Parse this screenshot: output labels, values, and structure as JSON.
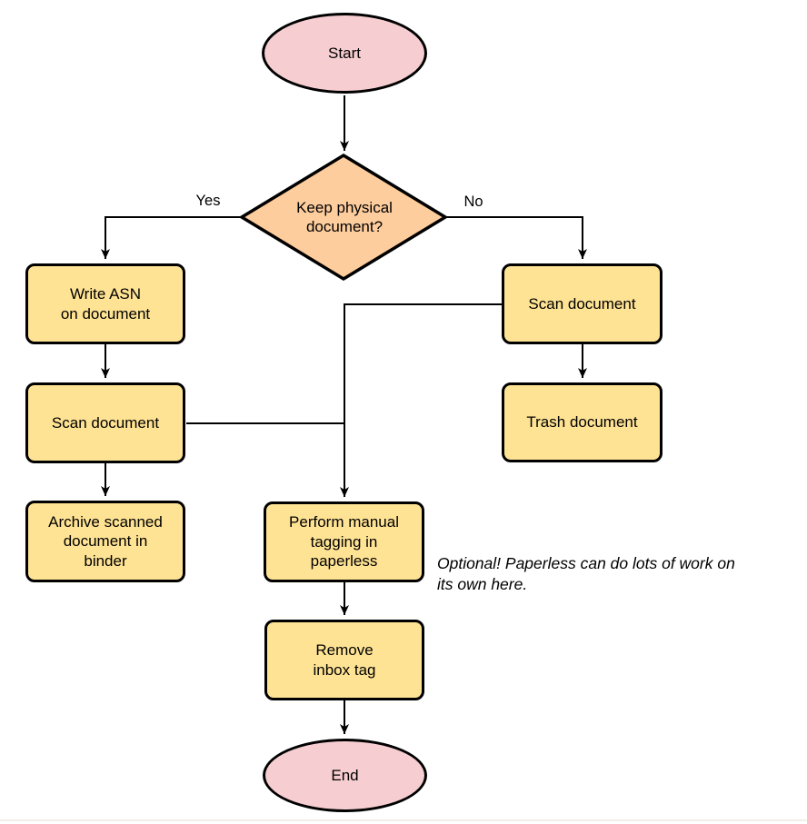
{
  "diagram": {
    "type": "flowchart",
    "colors": {
      "terminal_fill": "#f6cdd0",
      "decision_fill": "#fecd9e",
      "process_fill": "#ffe394",
      "stroke": "#000000"
    },
    "nodes": {
      "start": {
        "label": "Start",
        "shape": "ellipse"
      },
      "decision": {
        "label": "Keep physical\ndocument?",
        "shape": "diamond"
      },
      "write_asn": {
        "label": "Write ASN\non document",
        "shape": "process"
      },
      "scan_left": {
        "label": "Scan document",
        "shape": "process"
      },
      "archive": {
        "label": "Archive scanned\ndocument in\nbinder",
        "shape": "process"
      },
      "scan_right": {
        "label": "Scan document",
        "shape": "process"
      },
      "trash": {
        "label": "Trash document",
        "shape": "process"
      },
      "tagging": {
        "label": "Perform manual\ntagging in\npaperless",
        "shape": "process"
      },
      "remove_inbox": {
        "label": "Remove\ninbox tag",
        "shape": "process"
      },
      "end": {
        "label": "End",
        "shape": "ellipse"
      }
    },
    "edge_labels": {
      "yes": "Yes",
      "no": "No"
    },
    "annotation": "Optional! Paperless can do lots of work on\nits own here."
  }
}
